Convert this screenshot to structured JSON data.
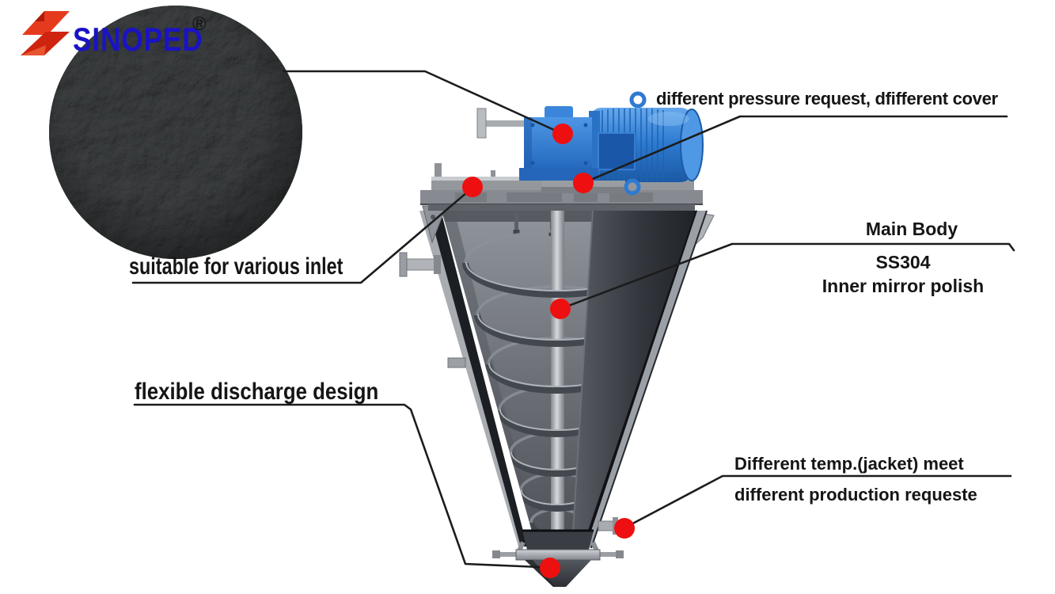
{
  "brand": {
    "name": "SINOPED",
    "registered": "®"
  },
  "callouts": {
    "pressure": {
      "text": "different pressure request, dfifferent cover"
    },
    "main_body": {
      "title": "Main Body",
      "material": "SS304",
      "finish": "Inner mirror polish"
    },
    "inlet": {
      "text": "suitable for various inlet"
    },
    "discharge": {
      "text": "flexible discharge design"
    },
    "temperature": {
      "line1": "Different temp.(jacket) meet",
      "line2": "different production requeste"
    }
  },
  "markers": {
    "count": 6,
    "points": [
      "gearbox-drive",
      "cover-center",
      "inlet-cover",
      "main-body-shaft",
      "jacket-nozzle",
      "discharge-outlet"
    ]
  },
  "icons": [
    {
      "name": "powder-sample-photo",
      "meaning": "black powder material sample in circular crop"
    },
    {
      "name": "brand-mark",
      "meaning": "red folded-ribbon S logo"
    }
  ],
  "colors": {
    "marker_red": "#ee1010",
    "leader_line": "#1c1c1c",
    "brand_blue": "#1a13c4",
    "brand_red": "#e63a1e",
    "brand_red_dark": "#cf2410",
    "motor_blue": "#2e7cd2",
    "text": "#151515"
  }
}
